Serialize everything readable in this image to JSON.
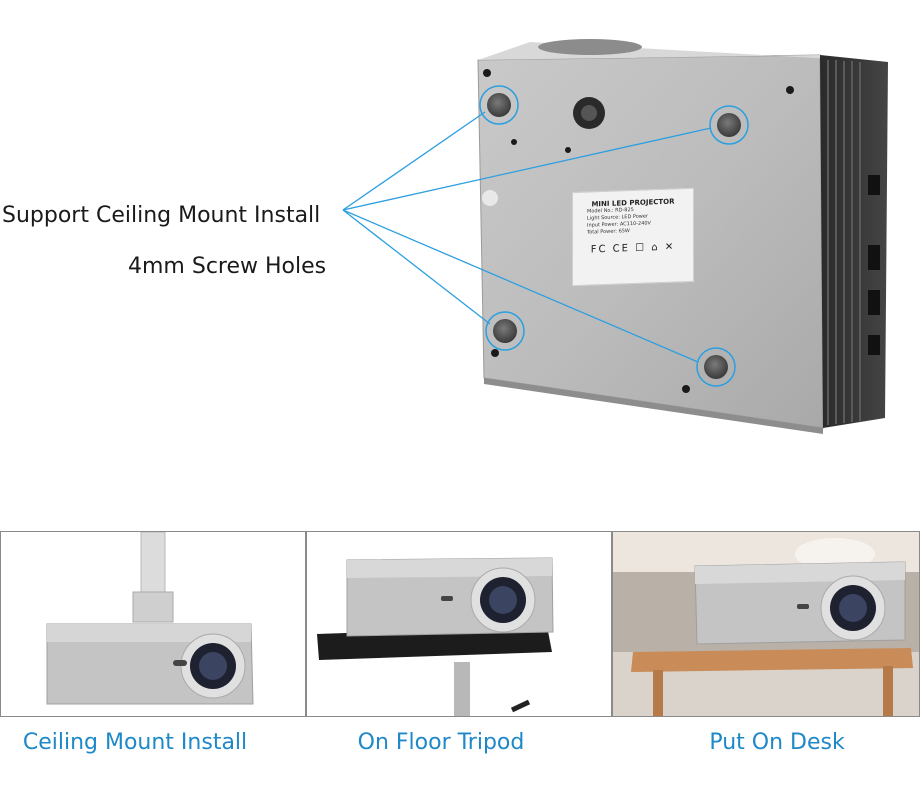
{
  "callout": {
    "line1": "Support Ceiling Mount Install",
    "line2": "4mm Screw Holes",
    "color": "#1e88c8"
  },
  "plate": {
    "title": "MINI LED PROJECTOR",
    "rows": [
      "Model No.:  RD-825",
      "Light Source:  LED Power",
      "Input Power:  AC110-240V",
      "Total Power:  65W"
    ],
    "logos": "FC CE ☐ ⌂ ✕"
  },
  "panels": [
    {
      "label": "Ceiling Mount Install"
    },
    {
      "label": "On Floor Tripod"
    },
    {
      "label": "Put On Desk"
    }
  ]
}
